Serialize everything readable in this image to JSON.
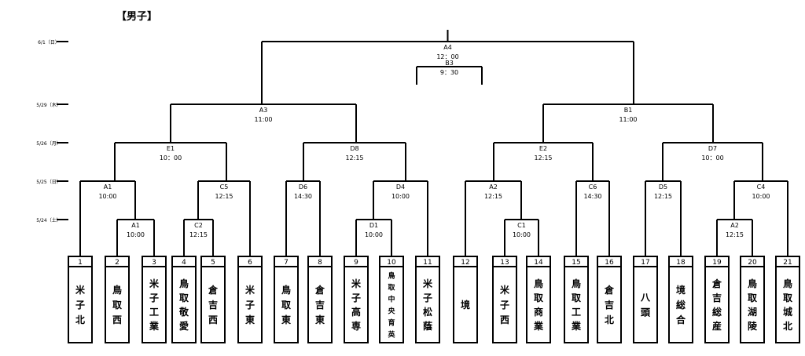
{
  "title": "【男子】",
  "dates": [
    {
      "label": "6/1（日）",
      "row": "r601"
    },
    {
      "label": "5/29（木）",
      "row": "r529"
    },
    {
      "label": "5/26（月）",
      "row": "r526"
    },
    {
      "label": "5/25（日）",
      "row": "r525"
    },
    {
      "label": "5/24（土）",
      "row": "r524"
    }
  ],
  "teams": [
    {
      "no": "1",
      "name": "米子北"
    },
    {
      "no": "2",
      "name": "鳥取西"
    },
    {
      "no": "3",
      "name": "米子工業"
    },
    {
      "no": "4",
      "name": "鳥取敬愛"
    },
    {
      "no": "5",
      "name": "倉吉西"
    },
    {
      "no": "6",
      "name": "米子東"
    },
    {
      "no": "7",
      "name": "鳥取東"
    },
    {
      "no": "8",
      "name": "倉吉東"
    },
    {
      "no": "9",
      "name": "米子高専"
    },
    {
      "no": "10",
      "name": "鳥取中央育英"
    },
    {
      "no": "11",
      "name": "米子松蔭"
    },
    {
      "no": "12",
      "name": "境"
    },
    {
      "no": "13",
      "name": "米子西"
    },
    {
      "no": "14",
      "name": "鳥取商業"
    },
    {
      "no": "15",
      "name": "鳥取工業"
    },
    {
      "no": "16",
      "name": "倉吉北"
    },
    {
      "no": "17",
      "name": "八頭"
    },
    {
      "no": "18",
      "name": "境総合"
    },
    {
      "no": "19",
      "name": "倉吉総産"
    },
    {
      "no": "20",
      "name": "鳥取湖陵"
    },
    {
      "no": "21",
      "name": "鳥取城北"
    }
  ],
  "matches": [
    {
      "id": "m1",
      "code": "A1",
      "time": "10:00"
    },
    {
      "id": "m2",
      "code": "C2",
      "time": "12:15"
    },
    {
      "id": "m3",
      "code": "D1",
      "time": "10:00"
    },
    {
      "id": "m4",
      "code": "C1",
      "time": "10:00"
    },
    {
      "id": "m5",
      "code": "A2",
      "time": "12:15"
    },
    {
      "id": "m6",
      "code": "A1",
      "time": "10:00"
    },
    {
      "id": "m7",
      "code": "C5",
      "time": "12:15"
    },
    {
      "id": "m8",
      "code": "D6",
      "time": "14:30"
    },
    {
      "id": "m9",
      "code": "D4",
      "time": "10:00"
    },
    {
      "id": "m10",
      "code": "A2",
      "time": "12:15"
    },
    {
      "id": "m11",
      "code": "C6",
      "time": "14:30"
    },
    {
      "id": "m12",
      "code": "D5",
      "time": "12:15"
    },
    {
      "id": "m13",
      "code": "C4",
      "time": "10:00"
    },
    {
      "id": "m14",
      "code": "E1",
      "time": "10：00"
    },
    {
      "id": "m15",
      "code": "D8",
      "time": "12:15"
    },
    {
      "id": "m16",
      "code": "E2",
      "time": "12:15"
    },
    {
      "id": "m17",
      "code": "D7",
      "time": "10：00"
    },
    {
      "id": "m18",
      "code": "A3",
      "time": "11:00"
    },
    {
      "id": "m19",
      "code": "B1",
      "time": "11:00"
    },
    {
      "id": "m20",
      "code": "A4",
      "time": "12：00"
    },
    {
      "id": "m21",
      "code": "B3",
      "time": "9：30"
    }
  ]
}
